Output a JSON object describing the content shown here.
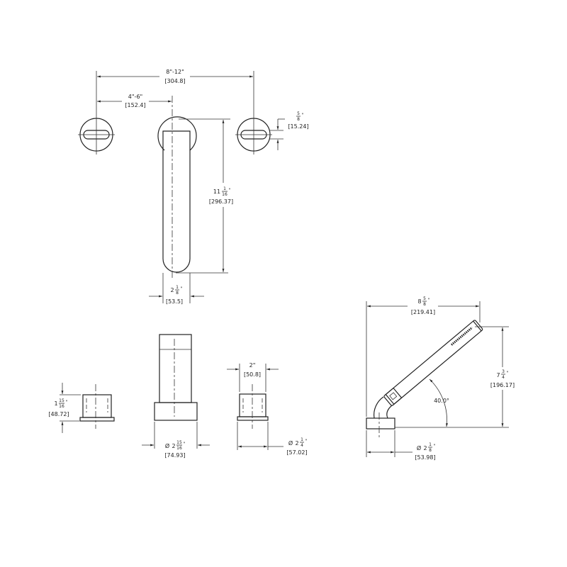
{
  "dimensions": {
    "spread": {
      "text": "8\"-12\"",
      "mm": "[304.8]"
    },
    "half_spread": {
      "text": "4\"-6\"",
      "mm": "[152.4]"
    },
    "slot_width": {
      "num": "5",
      "den": "8",
      "unit": "\"",
      "mm": "[15.24]"
    },
    "spout_height": {
      "whole": "11",
      "num": "1",
      "den": "16",
      "unit": "\"",
      "mm": "[296.37]"
    },
    "spout_width": {
      "whole": "2",
      "num": "1",
      "den": "8",
      "unit": "\"",
      "mm": "[53.5]"
    },
    "handle_height": {
      "whole": "1",
      "num": "15",
      "den": "16",
      "unit": "\"",
      "mm": "[48.72]"
    },
    "spout_base_dia": {
      "prefix": "Ø",
      "whole": "2",
      "num": "15",
      "den": "16",
      "unit": "\"",
      "mm": "[74.93]"
    },
    "handle_width": {
      "text": "2\"",
      "mm": "[50.8]"
    },
    "handle_base_dia": {
      "prefix": "Ø",
      "whole": "2",
      "num": "1",
      "den": "4",
      "unit": "\"",
      "mm": "[57.02]"
    },
    "shower_reach": {
      "whole": "8",
      "num": "5",
      "den": "8",
      "unit": "\"",
      "mm": "[219.41]"
    },
    "shower_height": {
      "whole": "7",
      "num": "3",
      "den": "4",
      "unit": "\"",
      "mm": "[196.17]"
    },
    "shower_angle": {
      "text": "40.0°"
    },
    "shower_base_dia": {
      "prefix": "Ø",
      "whole": "2",
      "num": "1",
      "den": "8",
      "unit": "\"",
      "mm": "[53.98]"
    }
  }
}
